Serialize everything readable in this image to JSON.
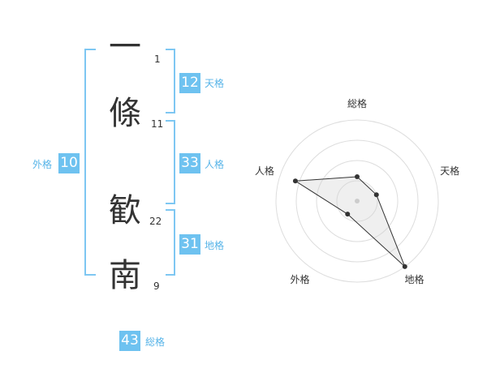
{
  "name_chars": [
    {
      "char": "一",
      "strokes": "1"
    },
    {
      "char": "條",
      "strokes": "11"
    },
    {
      "char": "歓",
      "strokes": "22"
    },
    {
      "char": "南",
      "strokes": "9"
    }
  ],
  "kaku": {
    "tenkaku": {
      "value": "12",
      "label": "天格"
    },
    "jinkaku": {
      "value": "33",
      "label": "人格"
    },
    "chikaku": {
      "value": "31",
      "label": "地格"
    },
    "gaikaku": {
      "value": "10",
      "label": "外格"
    },
    "soukaku": {
      "value": "43",
      "label": "総格"
    }
  },
  "colors": {
    "accent": "#6ec2f0",
    "bracket": "#7ec7f2",
    "ring": "#dddddd"
  },
  "chart_data": {
    "type": "radar",
    "axes": [
      "総格",
      "天格",
      "地格",
      "外格",
      "人格"
    ],
    "values": [
      0.3,
      0.25,
      1.0,
      0.2,
      0.8
    ],
    "max": 1.0,
    "rings": 4
  }
}
